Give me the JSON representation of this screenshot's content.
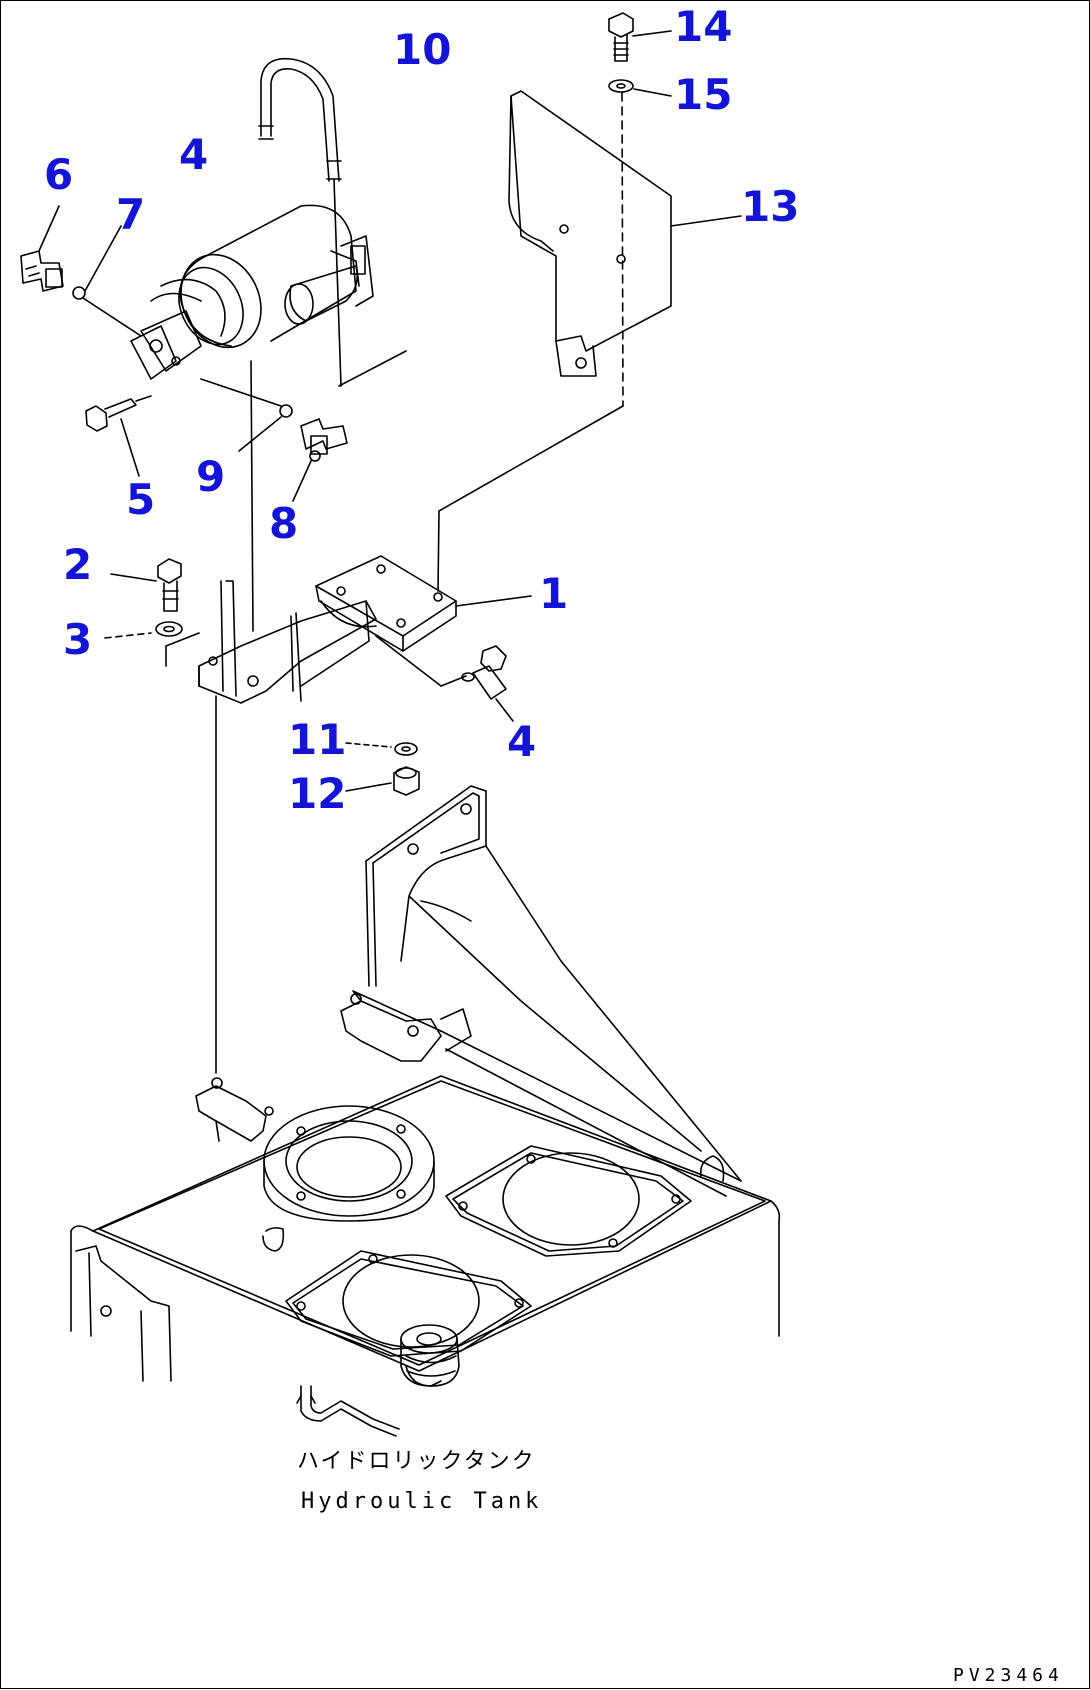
{
  "diagram": {
    "callouts": {
      "c1": "1",
      "c2": "2",
      "c3": "3",
      "c4a": "4",
      "c4b": "4",
      "c5": "5",
      "c6": "6",
      "c7": "7",
      "c8": "8",
      "c9": "9",
      "c10": "10",
      "c11": "11",
      "c12": "12",
      "c13": "13",
      "c14": "14",
      "c15": "15"
    },
    "tank_label_jp": "ハイドロリックタンク",
    "tank_label_en": "Hydroulic Tank",
    "drawing_code": "PV23464",
    "colors": {
      "callout": "#1414d6",
      "line": "#000000",
      "background": "#ffffff"
    }
  }
}
